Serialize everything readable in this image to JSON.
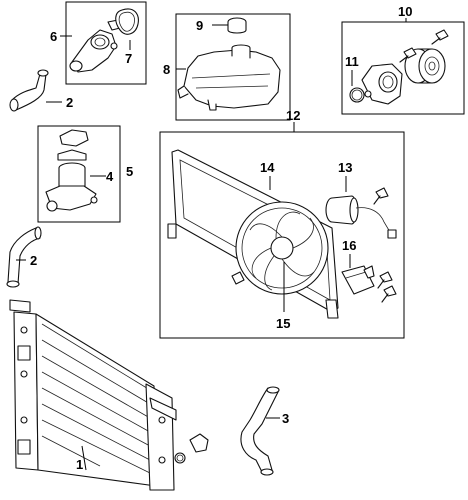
{
  "diagram": {
    "callouts": {
      "c1": "1",
      "c2a": "2",
      "c2b": "2",
      "c3": "3",
      "c4": "4",
      "c5": "5",
      "c6": "6",
      "c7": "7",
      "c8": "8",
      "c9": "9",
      "c10": "10",
      "c11": "11",
      "c12": "12",
      "c13": "13",
      "c14": "14",
      "c15": "15",
      "c16": "16"
    }
  }
}
